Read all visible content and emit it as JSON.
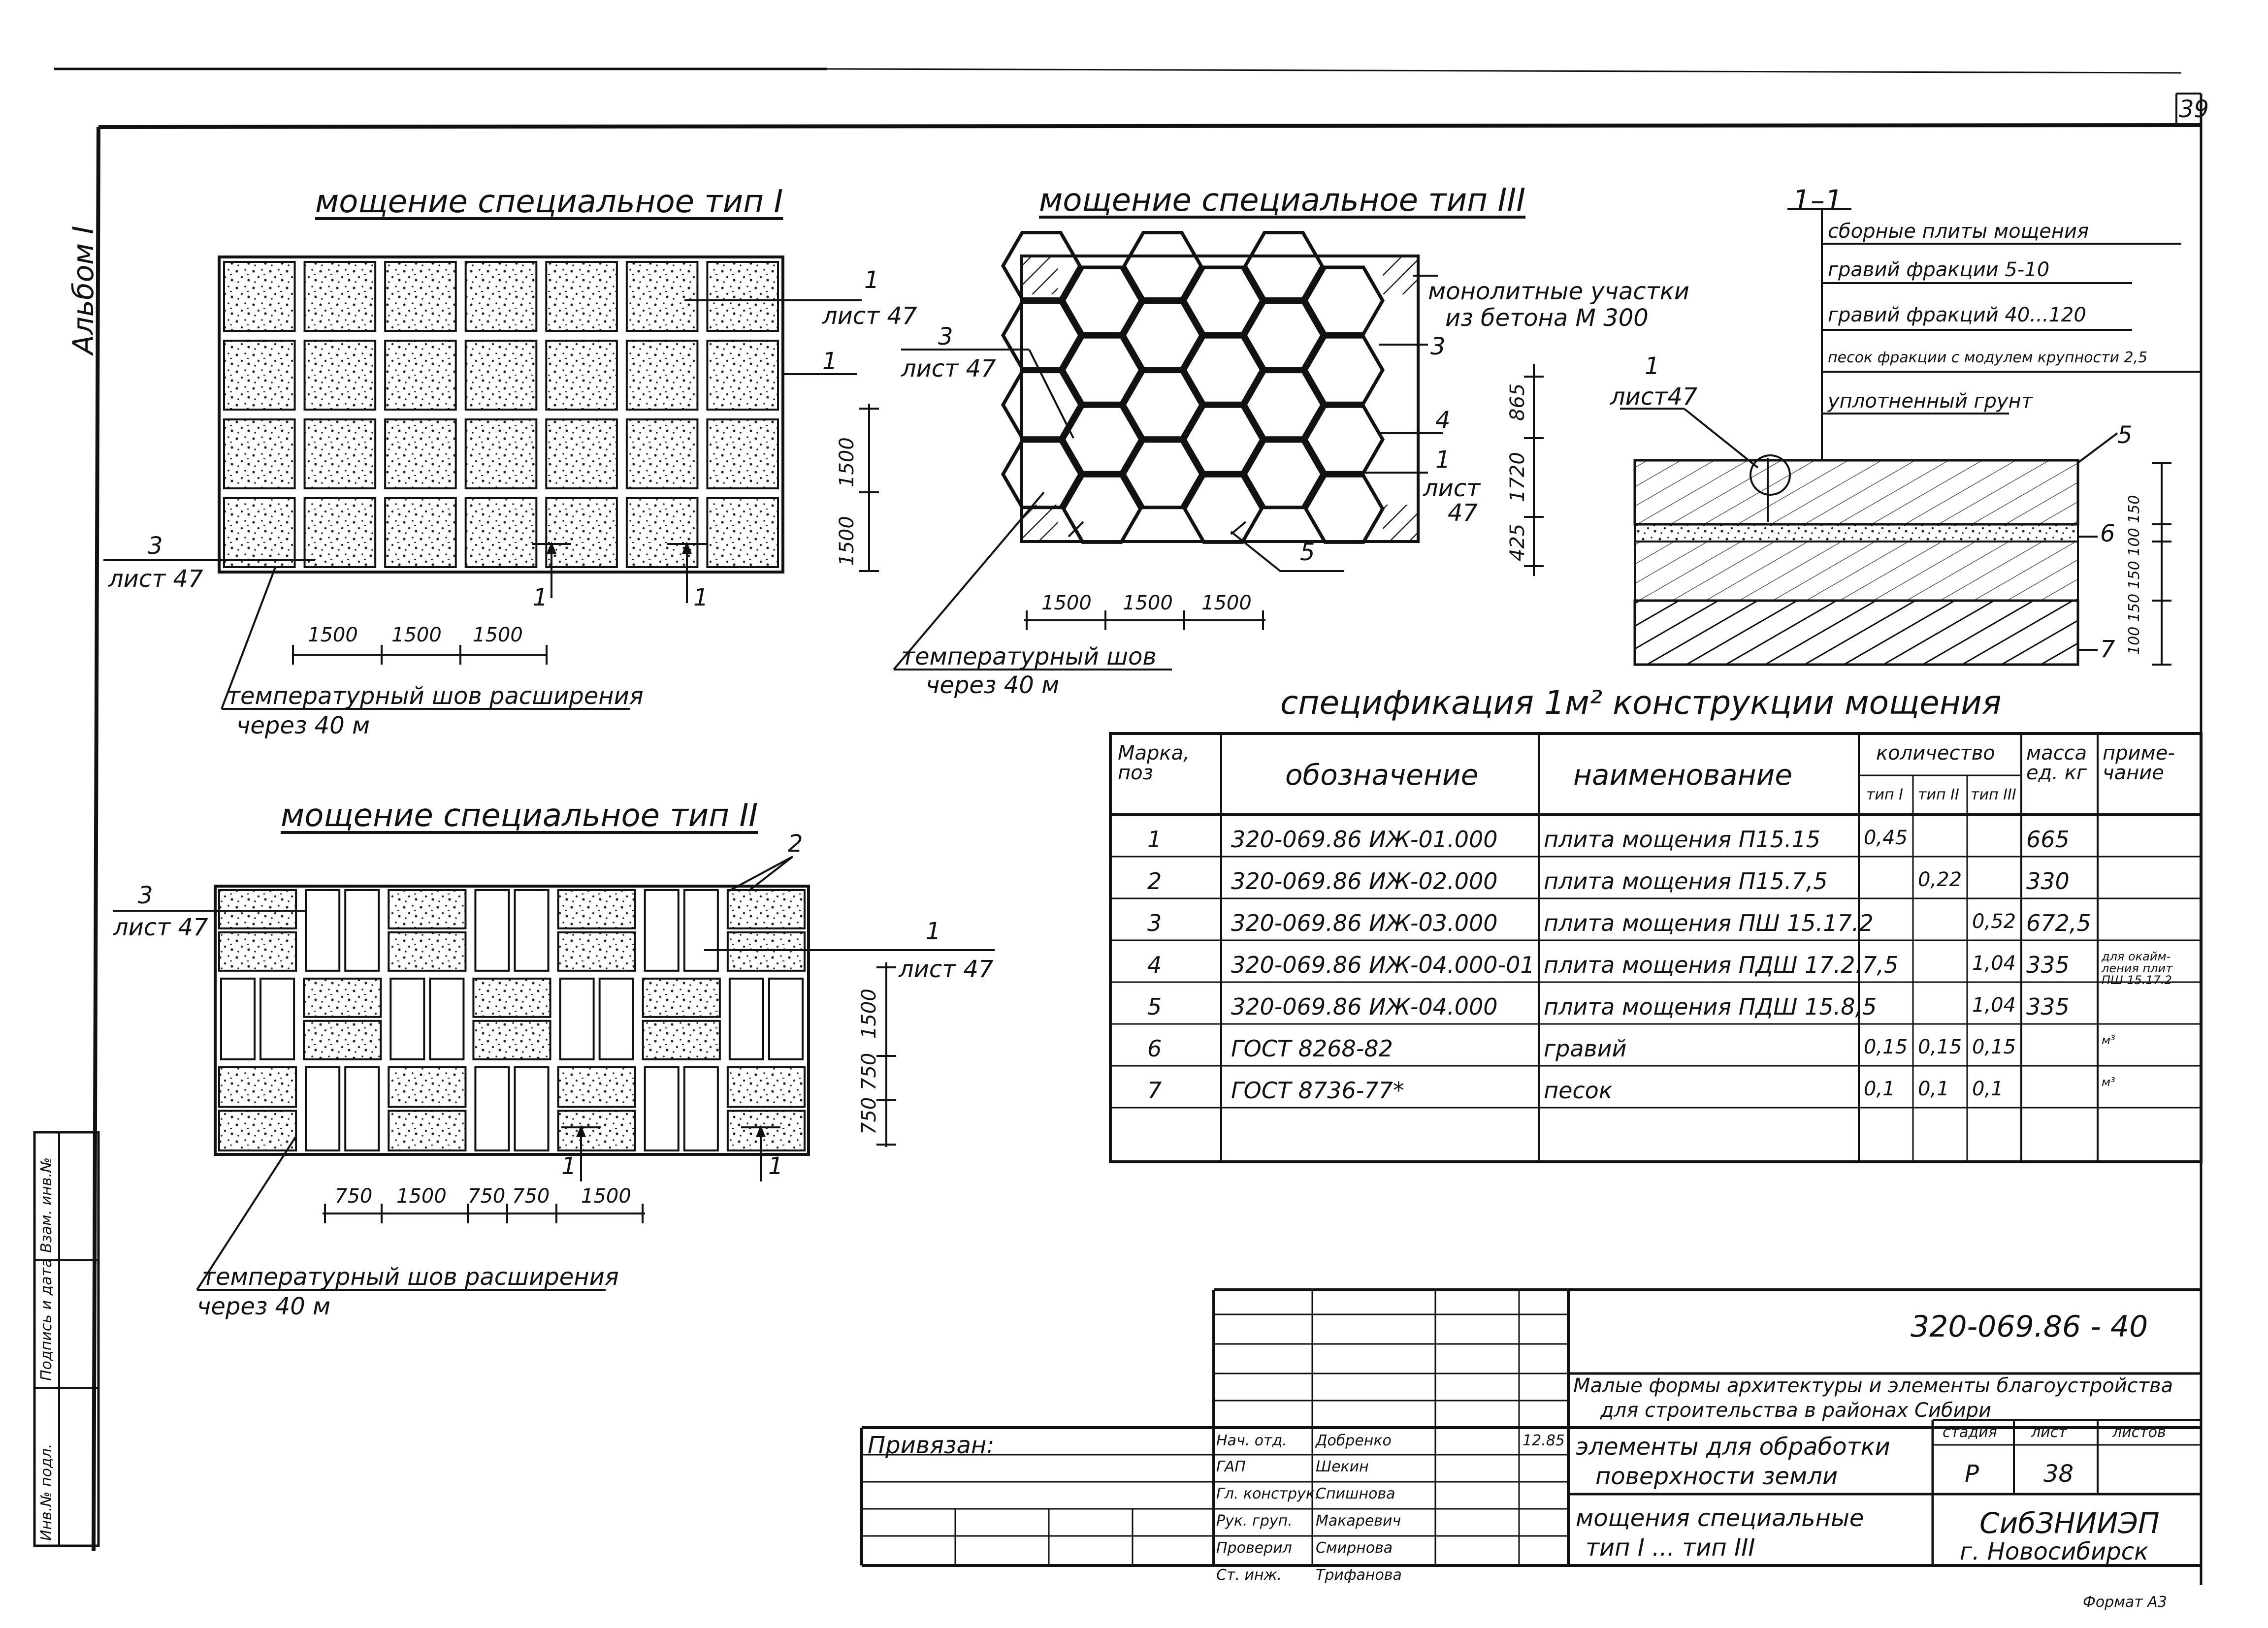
{
  "sheet": {
    "corner_sheet_no": "39",
    "album_label": "Альбом I",
    "side_stamp": [
      "Взам. инв.№",
      "Подпись и дата",
      "Инв.№ подл."
    ]
  },
  "type1": {
    "title": "мощение специальное тип I",
    "callout_1_top": "1",
    "callout_1_ref": "лист 47",
    "callout_1_right": "1",
    "callout_3": "3",
    "callout_3_ref": "лист 47",
    "arrow_marks": [
      "1",
      "1"
    ],
    "dim_horiz": [
      "1500",
      "1500",
      "1500"
    ],
    "dim_vert": [
      "1500",
      "1500"
    ],
    "joint_note": "температурный шов расширения",
    "joint_note_2": "через 40 м"
  },
  "type3": {
    "title": "мощение специальное тип III",
    "callout_monolith": "монолитные участки",
    "callout_monolith_2": "из бетона М 300",
    "callout_3_left": "3",
    "callout_3_left_ref": "лист 47",
    "callout_3_right": "3",
    "callout_4": "4",
    "callout_1": "1",
    "callout_1_ref": "лист",
    "callout_1_ref_2": "47",
    "callout_5": "5",
    "dim_horiz": [
      "1500",
      "1500",
      "1500"
    ],
    "dim_vert": [
      "865",
      "1720",
      "425"
    ],
    "joint_note": "температурный шов",
    "joint_note_2": "через 40 м"
  },
  "section": {
    "title": "1–1",
    "layers": [
      "сборные плиты мощения",
      "гравий фракции 5-10",
      "гравий фракций 40...120",
      "песок фракции с модулем крупности 2,5",
      "уплотненный грунт"
    ],
    "callout_1": "1",
    "callout_1_ref": "лист47",
    "mark_5": "5",
    "mark_6": "6",
    "mark_7": "7",
    "dims": "100 150 150 100 150"
  },
  "type2": {
    "title": "мощение специальное тип II",
    "callout_2": "2",
    "callout_3": "3",
    "callout_3_ref": "лист 47",
    "callout_1_right": "1",
    "callout_1_right_ref": "лист 47",
    "arrow_marks": [
      "1",
      "1"
    ],
    "dim_horiz": [
      "750",
      "1500",
      "750",
      "750",
      "1500"
    ],
    "dim_vert": [
      "1500",
      "750",
      "750"
    ],
    "joint_note": "температурный шов расширения",
    "joint_note_2": "через 40 м"
  },
  "spec": {
    "title": "спецификация 1м² конструкции мощения",
    "headers": {
      "mark": "Марка, поз",
      "designation": "обозначение",
      "name": "наименование",
      "qty": "количество",
      "qty_sub": [
        "тип I",
        "тип II",
        "тип III"
      ],
      "mass": "масса ед. кг",
      "note": "приме- чание"
    },
    "rows": [
      {
        "mark": "1",
        "designation": "320-069.86 ИЖ-01.000",
        "name": "плита мощения П15.15",
        "q1": "0,45",
        "q2": "",
        "q3": "",
        "mass": "665",
        "note": ""
      },
      {
        "mark": "2",
        "designation": "320-069.86 ИЖ-02.000",
        "name": "плита мощения П15.7,5",
        "q1": "",
        "q2": "0,22",
        "q3": "",
        "mass": "330",
        "note": ""
      },
      {
        "mark": "3",
        "designation": "320-069.86 ИЖ-03.000",
        "name": "плита мощения ПШ 15.17.2",
        "q1": "",
        "q2": "",
        "q3": "0,52",
        "mass": "672,5",
        "note": ""
      },
      {
        "mark": "4",
        "designation": "320-069.86 ИЖ-04.000-01",
        "name": "плита мощения ПДШ 17.2.7,5",
        "q1": "",
        "q2": "",
        "q3": "1,04",
        "mass": "335",
        "note": "для окайм-ления плит ПШ 15.17.2"
      },
      {
        "mark": "5",
        "designation": "320-069.86 ИЖ-04.000",
        "name": "плита мощения ПДШ 15.8,5",
        "q1": "",
        "q2": "",
        "q3": "1,04",
        "mass": "335",
        "note": ""
      },
      {
        "mark": "6",
        "designation": "ГОСТ 8268-82",
        "name": "гравий",
        "q1": "0,15",
        "q2": "0,15",
        "q3": "0,15",
        "mass": "",
        "note": "м³"
      },
      {
        "mark": "7",
        "designation": "ГОСТ 8736-77*",
        "name": "песок",
        "q1": "0,1",
        "q2": "0,1",
        "q3": "0,1",
        "mass": "",
        "note": "м³"
      }
    ]
  },
  "titleblock": {
    "code": "320-069.86 - 40",
    "series": "Малые формы архитектуры и элементы благоустройства",
    "series_2": "для строительства в районах Сибири",
    "bound": "Привязан:",
    "roles": [
      "Нач. отд.",
      "ГАП",
      "Гл. конструк.",
      "Рук. груп.",
      "Проверил",
      "Ст. инж."
    ],
    "names": [
      "Добренко",
      "Шекин",
      "Спишнова",
      "Макаревич",
      "Смирнова",
      "Трифанова"
    ],
    "date": "12.85",
    "part_title": "элементы для обработки",
    "part_title_2": "поверхности земли",
    "sheet_title": "мощения специальные",
    "sheet_title_2": "тип I ... тип III",
    "stage_label": "стадия",
    "sheet_label": "лист",
    "sheets_label": "листов",
    "stage": "Р",
    "sheet": "38",
    "org": "СибЗНИИЭП",
    "city": "г. Новосибирск",
    "format": "Формат А3"
  }
}
